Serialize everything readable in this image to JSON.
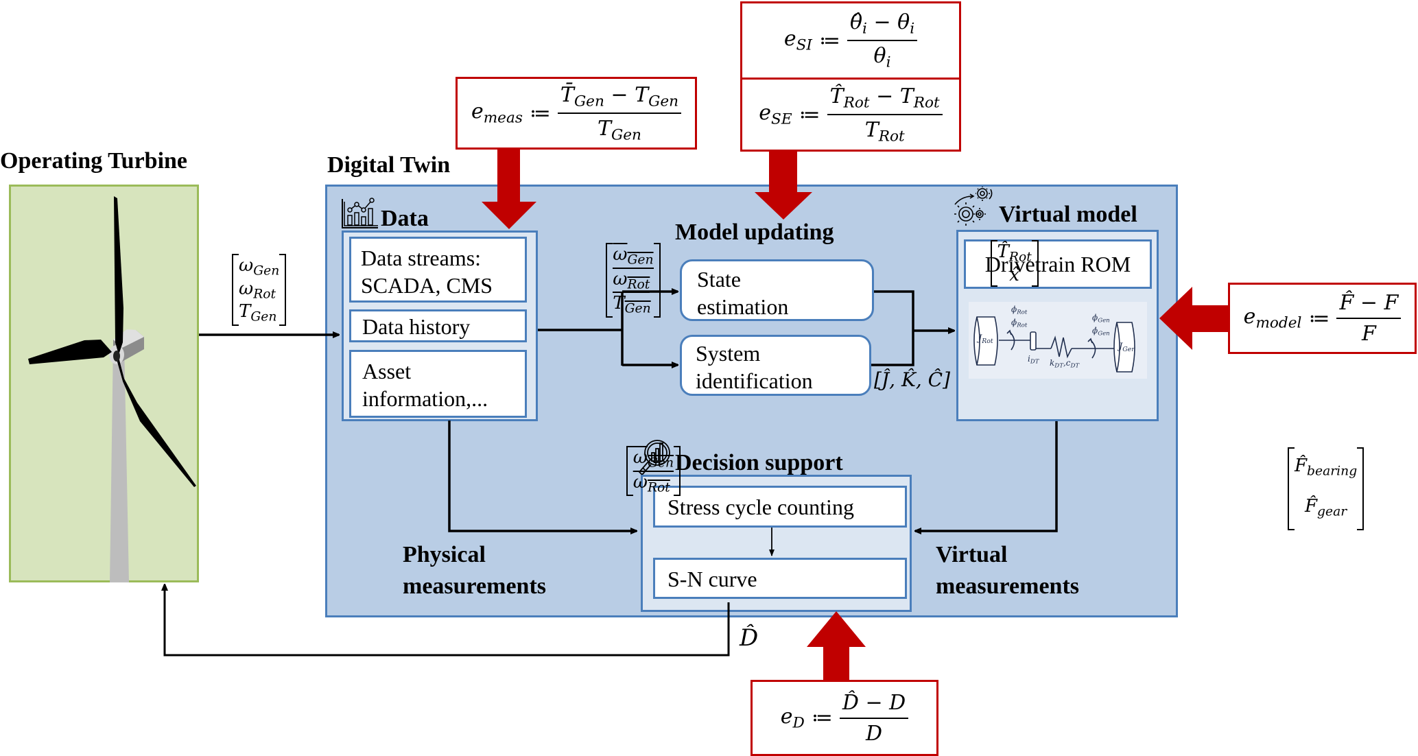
{
  "titles": {
    "operating_turbine": "Operating Turbine",
    "digital_twin": "Digital Twin",
    "data": "Data",
    "model_updating": "Model updating",
    "virtual_model": "Virtual model",
    "decision_support": "Decision support",
    "physical_measurements": [
      "Physical",
      "measurements"
    ],
    "virtual_measurements": [
      "Virtual",
      "measurements"
    ]
  },
  "data_boxes": [
    {
      "lines": [
        "Data streams:",
        "SCADA, CMS"
      ]
    },
    {
      "lines": [
        "Data history"
      ]
    },
    {
      "lines": [
        "Asset",
        "information,..."
      ]
    }
  ],
  "model_updating_boxes": [
    {
      "lines": [
        "State",
        "estimation"
      ]
    },
    {
      "lines": [
        "System",
        "identification"
      ]
    }
  ],
  "virtual_model": {
    "rom_label": "Drivetrain ROM",
    "diagram": {
      "j_rot": "J",
      "j_rot_sub": "Rot",
      "j_gen": "J",
      "j_gen_sub": "Gen",
      "phi_rot": "ϕ",
      "phi_rot_sub": "Rot",
      "phidot_rot": "ϕ̇",
      "phi_gen": "ϕ",
      "phi_gen_sub": "Gen",
      "phidot_gen": "ϕ̇",
      "gear": "i",
      "gear_sub": "DT",
      "spring": "k",
      "spring_sub": "DT",
      "damper": "c",
      "damper_sub": "DT"
    }
  },
  "decision_boxes": [
    {
      "label": "Stress cycle counting"
    },
    {
      "label": "S-N curve"
    }
  ],
  "signals": {
    "turbine_to_dt": [
      {
        "sym": "ω",
        "sub": "Gen"
      },
      {
        "sym": "ω",
        "sub": "Rot"
      },
      {
        "sym": "T",
        "sub": "Gen"
      }
    ],
    "data_to_model": [
      {
        "sym": "ω",
        "sub": "Gen",
        "bar": true
      },
      {
        "sym": "ω",
        "sub": "Rot",
        "bar": true
      },
      {
        "sym": "T",
        "sub": "Gen",
        "bar": true
      }
    ],
    "state_est_out": [
      {
        "sym": "T̂",
        "sub": "Rot"
      },
      {
        "sym": "x̂",
        "sub": ""
      }
    ],
    "sys_id_out": "[Ĵ, K̂, Ĉ]",
    "data_to_decision": [
      {
        "sym": "ω",
        "sub": "Gen",
        "bar": true
      },
      {
        "sym": "ω",
        "sub": "Rot",
        "bar": true
      }
    ],
    "virtual_to_decision": [
      {
        "sym": "F̂",
        "sub": "bearing"
      },
      {
        "sym": "F̂",
        "sub": "gear"
      }
    ],
    "damage_out": "D̂"
  },
  "errors": {
    "meas": {
      "lhs": "e",
      "lhs_sub": "meas",
      "num": "T̄",
      "num_sub": "Gen",
      "num2": "T",
      "num2_sub": "Gen",
      "den": "T",
      "den_sub": "Gen"
    },
    "si": {
      "lhs": "e",
      "lhs_sub": "SI",
      "num": "θ̂",
      "num_sub": "i",
      "num2": "θ",
      "num2_sub": "i",
      "den": "θ",
      "den_sub": "i"
    },
    "se": {
      "lhs": "e",
      "lhs_sub": "SE",
      "num": "T̂",
      "num_sub": "Rot",
      "num2": "T",
      "num2_sub": "Rot",
      "den": "T",
      "den_sub": "Rot"
    },
    "model": {
      "lhs": "e",
      "lhs_sub": "model",
      "num": "F̂",
      "num_sub": "",
      "num2": "F",
      "num2_sub": "",
      "den": "F",
      "den_sub": ""
    },
    "d": {
      "lhs": "e",
      "lhs_sub": "D",
      "num": "D̂",
      "num_sub": "",
      "num2": "D",
      "num2_sub": "",
      "den": "D",
      "den_sub": ""
    }
  },
  "symbols": {
    "define": "≔",
    "minus": "−"
  },
  "colors": {
    "digital_twin_fill": "#b9cde5",
    "panel_fill": "#dce6f2",
    "box_border": "#4a7ebb",
    "error_red": "#c00000",
    "turbine_fill": "#d7e4bd",
    "turbine_border": "#9bbb59"
  }
}
